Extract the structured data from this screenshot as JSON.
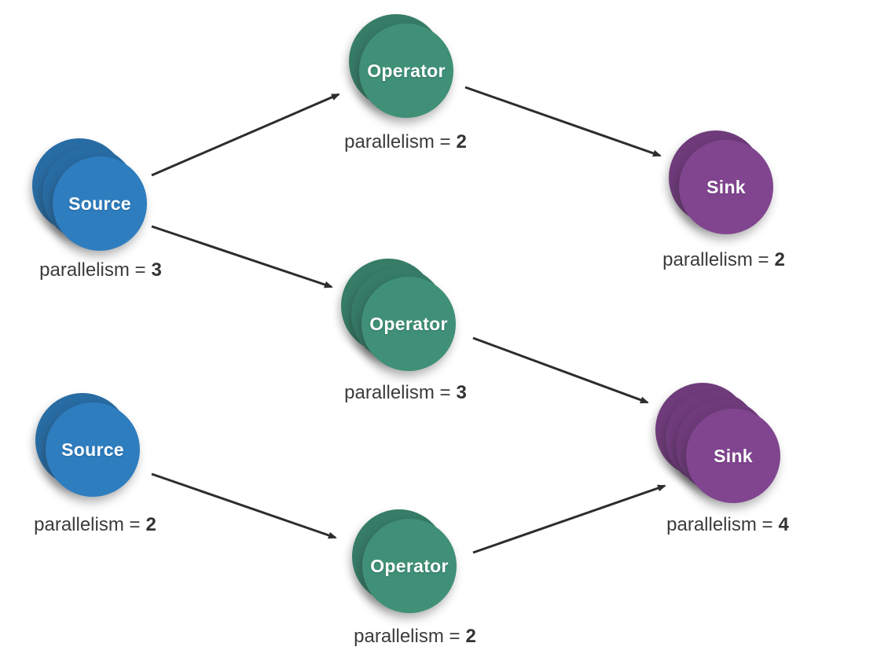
{
  "diagram": {
    "description": "Streaming dataflow with per-operator parallelism",
    "colors": {
      "source_fill": "#2e7dbf",
      "operator_fill": "#3f9077",
      "sink_fill": "#81458f",
      "arrow": "#2d2d2d",
      "label_text": "#3b3b3b",
      "node_text": "#ffffff",
      "background": "#ffffff"
    },
    "nodes": {
      "source_top": {
        "label": "Source",
        "parallelism_prefix": "parallelism =",
        "parallelism_value": "3",
        "instances": 3
      },
      "operator_top": {
        "label": "Operator",
        "parallelism_prefix": "parallelism =",
        "parallelism_value": "2",
        "instances": 2
      },
      "sink_top": {
        "label": "Sink",
        "parallelism_prefix": "parallelism =",
        "parallelism_value": "2",
        "instances": 2
      },
      "operator_middle": {
        "label": "Operator",
        "parallelism_prefix": "parallelism =",
        "parallelism_value": "3",
        "instances": 3
      },
      "source_bottom": {
        "label": "Source",
        "parallelism_prefix": "parallelism =",
        "parallelism_value": "2",
        "instances": 2
      },
      "sink_bottom": {
        "label": "Sink",
        "parallelism_prefix": "parallelism =",
        "parallelism_value": "4",
        "instances": 4
      },
      "operator_bottom": {
        "label": "Operator",
        "parallelism_prefix": "parallelism =",
        "parallelism_value": "2",
        "instances": 2
      }
    },
    "edges": [
      {
        "from": "source_top",
        "to": "operator_top"
      },
      {
        "from": "source_top",
        "to": "operator_middle"
      },
      {
        "from": "operator_top",
        "to": "sink_top"
      },
      {
        "from": "operator_middle",
        "to": "sink_bottom"
      },
      {
        "from": "source_bottom",
        "to": "operator_bottom"
      },
      {
        "from": "operator_bottom",
        "to": "sink_bottom"
      }
    ]
  }
}
